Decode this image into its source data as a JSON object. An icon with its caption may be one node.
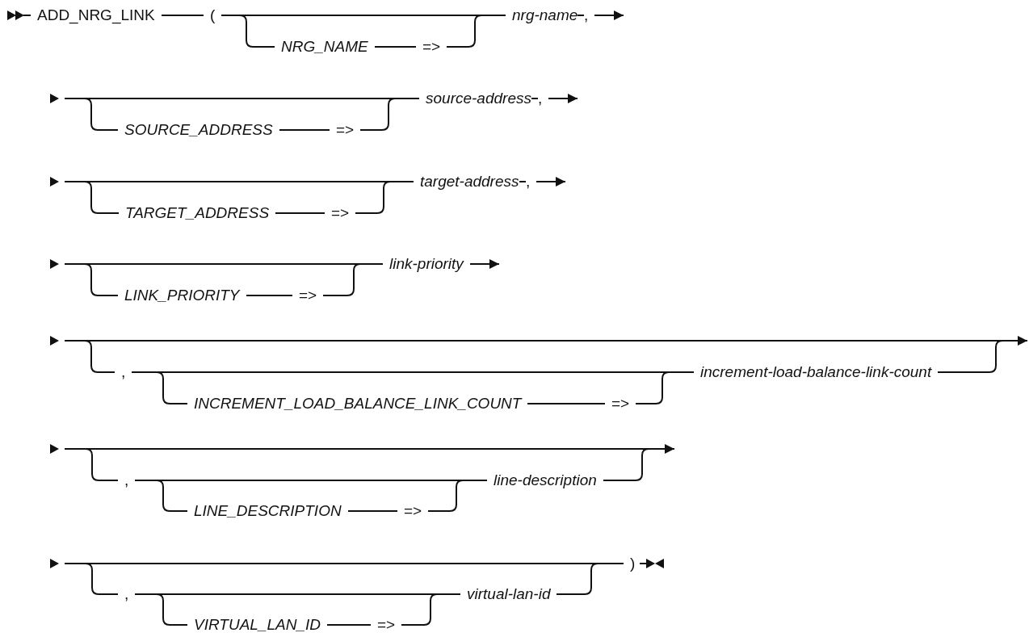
{
  "diagram": {
    "nodes": [
      {
        "text": [
          "ADD_NRG_LINK"
        ]
      },
      {
        "text": [
          "("
        ]
      },
      {
        "text": [
          "NRG_NAME"
        ]
      },
      {
        "text": [
          "=>"
        ]
      },
      {
        "text": [
          "nrg-name"
        ]
      },
      {
        "text": [
          ","
        ]
      },
      {
        "text": [
          "SOURCE_ADDRESS"
        ]
      },
      {
        "text": [
          "=>"
        ]
      },
      {
        "text": [
          "source-address"
        ]
      },
      {
        "text": [
          ","
        ]
      },
      {
        "text": [
          "TARGET_ADDRESS"
        ]
      },
      {
        "text": [
          "=>"
        ]
      },
      {
        "text": [
          "target-address"
        ]
      },
      {
        "text": [
          ","
        ]
      },
      {
        "text": [
          "LINK_PRIORITY"
        ]
      },
      {
        "text": [
          "=>"
        ]
      },
      {
        "text": [
          "link-priority"
        ]
      },
      {
        "text": [
          ","
        ]
      },
      {
        "text": [
          "INCREMENT_LOAD_BALANCE_LINK_COUNT"
        ]
      },
      {
        "text": [
          "=>"
        ]
      },
      {
        "text": [
          "increment-load-balance-link-count"
        ]
      },
      {
        "text": [
          ","
        ]
      },
      {
        "text": [
          "LINE_DESCRIPTION"
        ]
      },
      {
        "text": [
          "=>"
        ]
      },
      {
        "text": [
          "line-description"
        ]
      },
      {
        "text": [
          ","
        ]
      },
      {
        "text": [
          "VIRTUAL_LAN_ID"
        ]
      },
      {
        "text": [
          "=>"
        ]
      },
      {
        "text": [
          "virtual-lan-id"
        ]
      },
      {
        "text": [
          ")"
        ]
      }
    ],
    "edges": [
      {
        "from": 0,
        "to": 1,
        "arrow": "none"
      },
      {
        "from": 1,
        "to": 2,
        "arrow": "none"
      },
      {
        "from": 1,
        "to": 4,
        "arrow": "none"
      },
      {
        "from": 2,
        "to": 3,
        "arrow": "none"
      },
      {
        "from": 3,
        "to": 4,
        "arrow": "none"
      },
      {
        "from": 4,
        "to": 5,
        "arrow": "none"
      },
      {
        "from": 5,
        "to": null,
        "arrow": "to"
      },
      {
        "from": null,
        "to": 6,
        "arrow": "none"
      },
      {
        "from": null,
        "to": 8,
        "arrow": "none"
      },
      {
        "from": 6,
        "to": 7,
        "arrow": "none"
      },
      {
        "from": 7,
        "to": 8,
        "arrow": "none"
      },
      {
        "from": 8,
        "to": 9,
        "arrow": "none"
      },
      {
        "from": 9,
        "to": null,
        "arrow": "to"
      },
      {
        "from": null,
        "to": 10,
        "arrow": "none"
      },
      {
        "from": null,
        "to": 12,
        "arrow": "none"
      },
      {
        "from": 10,
        "to": 11,
        "arrow": "none"
      },
      {
        "from": 11,
        "to": 12,
        "arrow": "none"
      },
      {
        "from": 12,
        "to": 13,
        "arrow": "none"
      },
      {
        "from": 13,
        "to": null,
        "arrow": "to"
      },
      {
        "from": null,
        "to": 14,
        "arrow": "none"
      },
      {
        "from": null,
        "to": 16,
        "arrow": "none"
      },
      {
        "from": 14,
        "to": 15,
        "arrow": "none"
      },
      {
        "from": 15,
        "to": 16,
        "arrow": "none"
      },
      {
        "from": 16,
        "to": null,
        "arrow": "to"
      },
      {
        "from": null,
        "to": 17,
        "arrow": "none"
      },
      {
        "from": 17,
        "to": 18,
        "arrow": "none"
      },
      {
        "from": 17,
        "to": 20,
        "arrow": "none"
      },
      {
        "from": 18,
        "to": 19,
        "arrow": "none"
      },
      {
        "from": 19,
        "to": 20,
        "arrow": "none"
      },
      {
        "from": 20,
        "to": null,
        "arrow": "to"
      },
      {
        "from": null,
        "to": 21,
        "arrow": "none"
      },
      {
        "from": 21,
        "to": 22,
        "arrow": "none"
      },
      {
        "from": 21,
        "to": 24,
        "arrow": "none"
      },
      {
        "from": 22,
        "to": 23,
        "arrow": "none"
      },
      {
        "from": 23,
        "to": 24,
        "arrow": "none"
      },
      {
        "from": 24,
        "to": null,
        "arrow": "to"
      },
      {
        "from": null,
        "to": 25,
        "arrow": "none"
      },
      {
        "from": null,
        "to": 29,
        "arrow": "none"
      },
      {
        "from": 25,
        "to": 26,
        "arrow": "none"
      },
      {
        "from": 25,
        "to": 28,
        "arrow": "none"
      },
      {
        "from": 26,
        "to": 27,
        "arrow": "none"
      },
      {
        "from": 27,
        "to": 28,
        "arrow": "none"
      },
      {
        "from": 28,
        "to": 29,
        "arrow": "none"
      }
    ]
  }
}
